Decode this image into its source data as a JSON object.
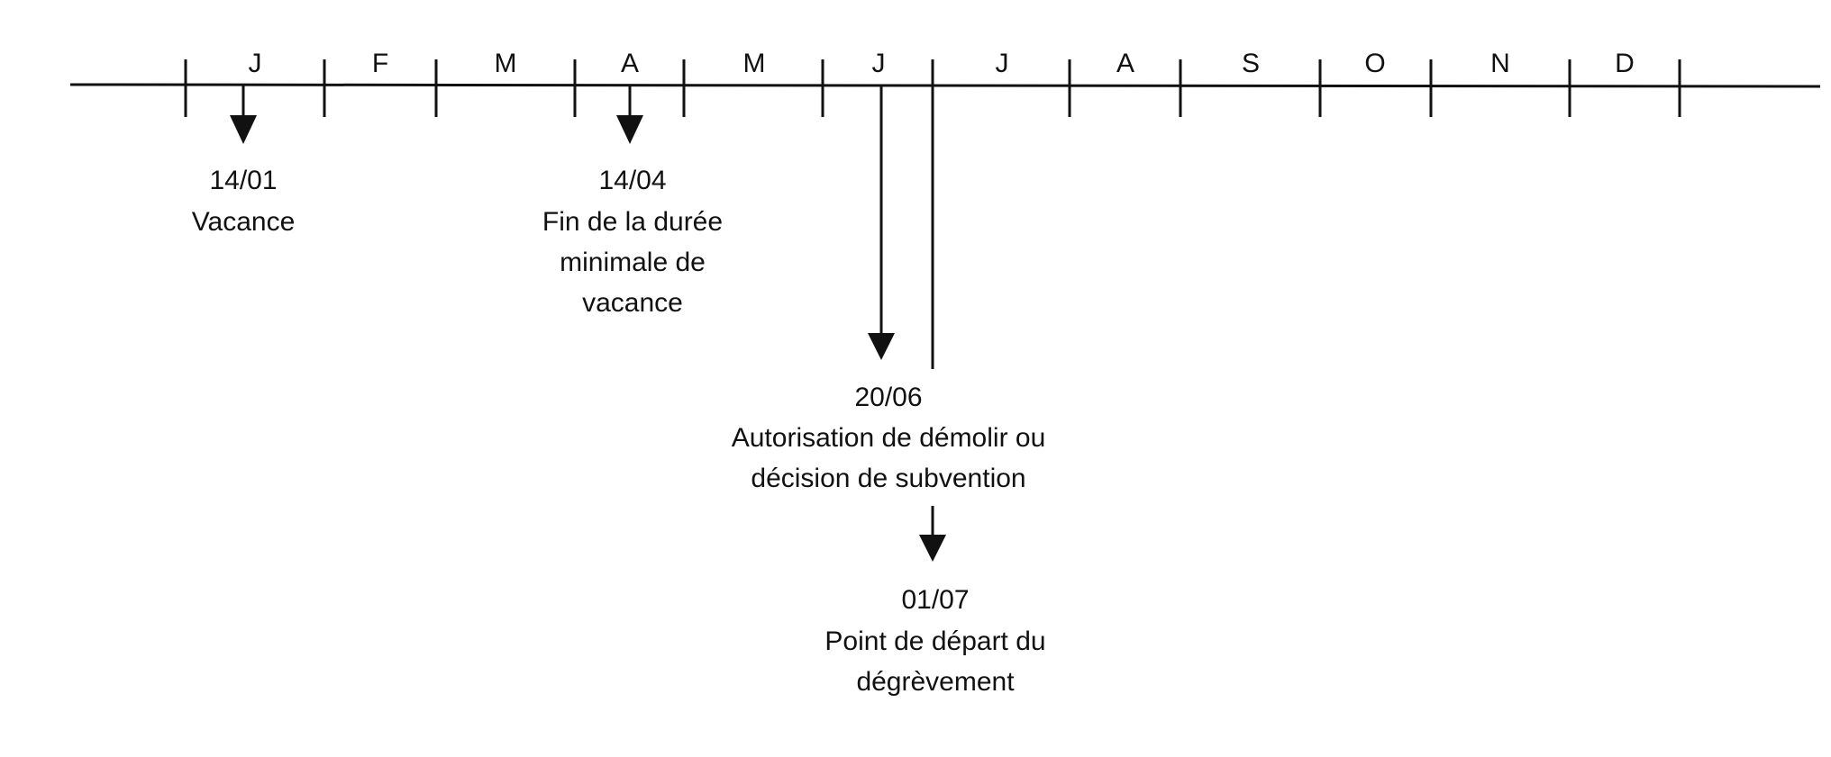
{
  "timeline": {
    "months": [
      "J",
      "F",
      "M",
      "A",
      "M",
      "J",
      "J",
      "A",
      "S",
      "O",
      "N",
      "D"
    ]
  },
  "events": [
    {
      "date": "14/01",
      "lines": [
        "Vacance"
      ]
    },
    {
      "date": "14/04",
      "lines": [
        "Fin de la durée",
        "minimale de",
        "vacance"
      ]
    },
    {
      "date": "20/06",
      "lines": [
        "Autorisation de démolir ou",
        "décision de subvention"
      ]
    },
    {
      "date": "01/07",
      "lines": [
        "Point de départ du",
        "dégrèvement"
      ]
    }
  ]
}
